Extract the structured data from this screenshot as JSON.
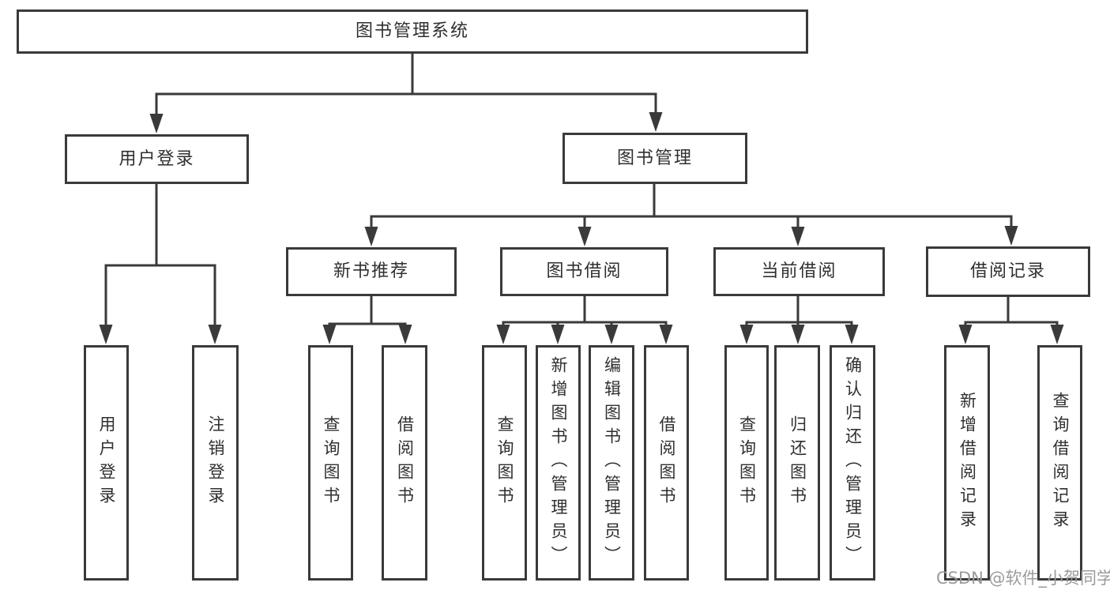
{
  "tree": {
    "label": "图书管理系统",
    "children": [
      {
        "label": "用户登录",
        "children": [
          {
            "label": "用户登录"
          },
          {
            "label": "注销登录"
          }
        ]
      },
      {
        "label": "图书管理",
        "children": [
          {
            "label": "新书推荐",
            "children": [
              {
                "label": "查询图书"
              },
              {
                "label": "借阅图书"
              }
            ]
          },
          {
            "label": "图书借阅",
            "children": [
              {
                "label": "查询图书"
              },
              {
                "label": "新增图书（管理员）"
              },
              {
                "label": "编辑图书（管理员）"
              },
              {
                "label": "借阅图书"
              }
            ]
          },
          {
            "label": "当前借阅",
            "children": [
              {
                "label": "查询图书"
              },
              {
                "label": "归还图书"
              },
              {
                "label": "确认归还（管理员）"
              }
            ]
          },
          {
            "label": "借阅记录",
            "children": [
              {
                "label": "新增借阅记录"
              },
              {
                "label": "查询借阅记录"
              }
            ]
          }
        ]
      }
    ]
  },
  "watermark": {
    "text": "CSDN @软件_小贺同学"
  },
  "colors": {
    "line": "#3a3a3a",
    "text": "#2f2f2f",
    "watermark": "#9b9b9b",
    "background": "#ffffff"
  }
}
